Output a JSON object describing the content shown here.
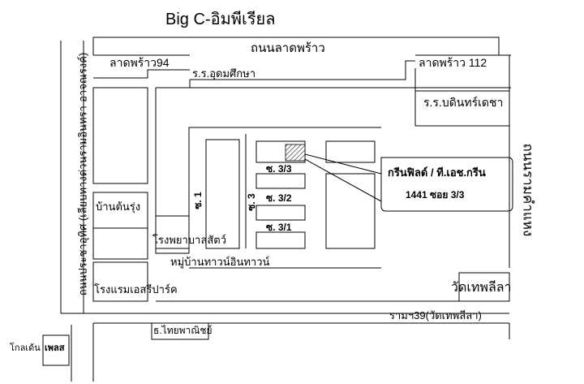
{
  "title": "Big C-อิมพีเรียล",
  "roads": {
    "lat_phrao_road": "ถนนลาดพร้าว",
    "lat_phrao_94": "ลาดพร้าว94",
    "lat_phrao_112": "ลาดพร้าว 112",
    "pracha_uthit_road": "ถนนประชาอุทิศ (เลียบทางด่วนรามอินทรา-อาจณรงค์)",
    "ram_khamhaeng_road": "ถนนรามคำแหง",
    "soi_1": "ซ. 1",
    "soi_3": "ซ. 3",
    "soi_3_3": "ซ. 3/3",
    "soi_3_2": "ซ. 3/2",
    "soi_3_1": "ซ. 3/1",
    "ram_39": "รามฯ39(วัดเทพลีลา)"
  },
  "landmarks": {
    "school_udom": "ร.ร.อุดมศึกษา",
    "school_bodin": "ร.ร.บดินทร์เดชา",
    "ban_ton_rung": "บ้านต้นรุ่ง",
    "vet_hospital": "โรงพยาบาลสัตว์",
    "village_town_in_town": "หมู่บ้านทาวน์อินทาวน์",
    "hotel_s_park": "โรงแรมเอสรีปาร์ค",
    "wat_thep_leela": "วัดเทพลีลา",
    "thai_panich": "ธ.ไทยพาณิชย์",
    "golden_place": "โกลเด้น",
    "golden_place_2": "เพลส"
  },
  "callout": {
    "name": "กรีนฟิลด์ / ที.เอช.กรีน",
    "address": "1441 ซอย 3/3"
  },
  "colors": {
    "line": "#000000",
    "background": "#ffffff",
    "target_hatch": "#555555"
  }
}
